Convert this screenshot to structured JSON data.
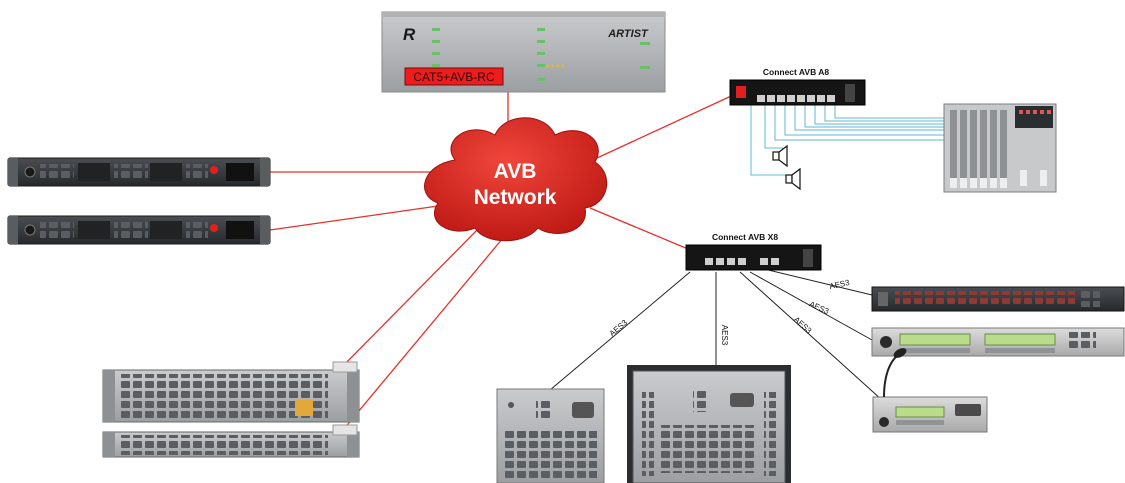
{
  "network": {
    "line1": "AVB",
    "line2": "Network"
  },
  "matrix": {
    "label": "CAT5+AVB-RC",
    "brand": "ARTIST"
  },
  "switch_a8": {
    "title": "Connect AVB A8"
  },
  "switch_x8": {
    "title": "Connect AVB X8"
  },
  "links": {
    "aes3_1": "AES3",
    "aes3_2": "AES3",
    "aes3_3": "AES3",
    "aes3_4": "AES3",
    "aes3_5": "AES3"
  },
  "colors": {
    "network_link": "#e8302a",
    "aes3_link": "#222222",
    "analog_link": "#5fb7d4",
    "cloud": "#d8221b",
    "rack_panel": "#3a3d40",
    "label_red": "#ee1c1c"
  },
  "icons": [
    "speaker-icon",
    "mixer-console-icon",
    "microphone-icon"
  ]
}
